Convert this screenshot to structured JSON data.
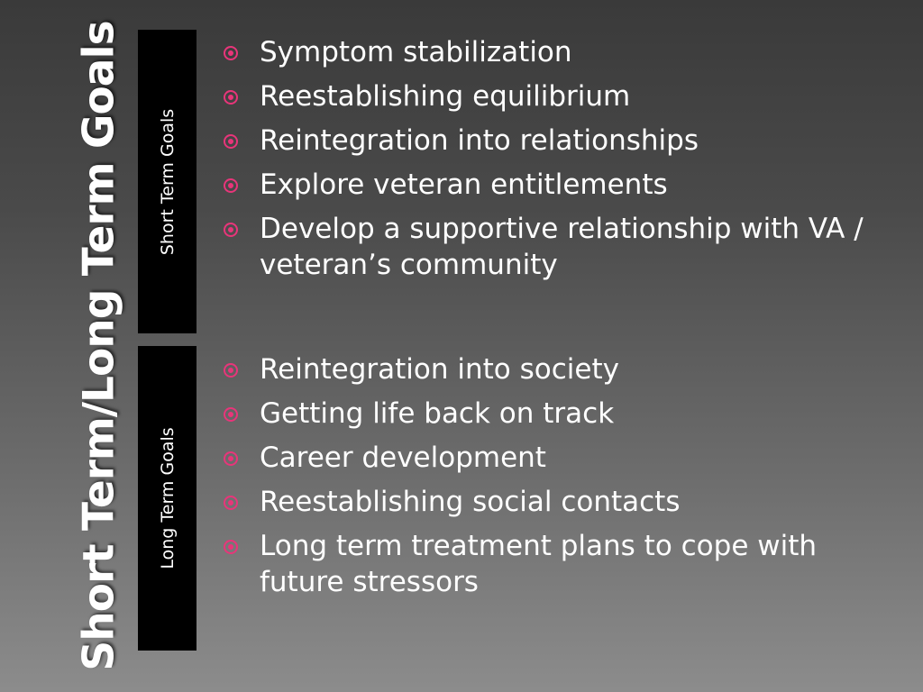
{
  "slide": {
    "title": "Short Term/Long Term Goals"
  },
  "sections": {
    "short_term": {
      "label": "Short Term Goals",
      "items": [
        "Symptom stabilization",
        "Reestablishing equilibrium",
        "Reintegration into relationships",
        "Explore veteran entitlements",
        "Develop a supportive relationship with VA / veteran’s community"
      ]
    },
    "long_term": {
      "label": "Long Term Goals",
      "items": [
        "Reintegration into society",
        "Getting life back on track",
        "Career development",
        "Reestablishing social contacts",
        "Long term treatment plans to cope with future stressors"
      ]
    }
  },
  "icons": {
    "bullet": "circle-dot-bullet-icon"
  },
  "colors": {
    "bullet_accent": "#e8357a",
    "tab_background": "#000000",
    "text": "#ffffff",
    "background_top": "#3a3a3a",
    "background_bottom": "#8c8c8c"
  }
}
